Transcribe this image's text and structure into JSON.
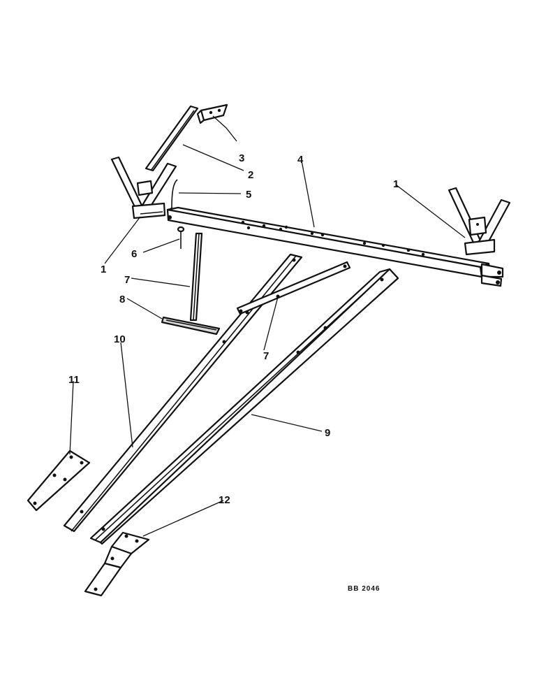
{
  "callouts": {
    "c1_left": "1",
    "c1_right": "1",
    "c2": "2",
    "c3": "3",
    "c4": "4",
    "c5": "5",
    "c6": "6",
    "c7_left": "7",
    "c7_right": "7",
    "c8": "8",
    "c9": "9",
    "c10": "10",
    "c11": "11",
    "c12": "12"
  },
  "reference_code": "BB 2046",
  "colors": {
    "line": "#111111",
    "background": "#ffffff",
    "shade": "#d9d9d9"
  }
}
